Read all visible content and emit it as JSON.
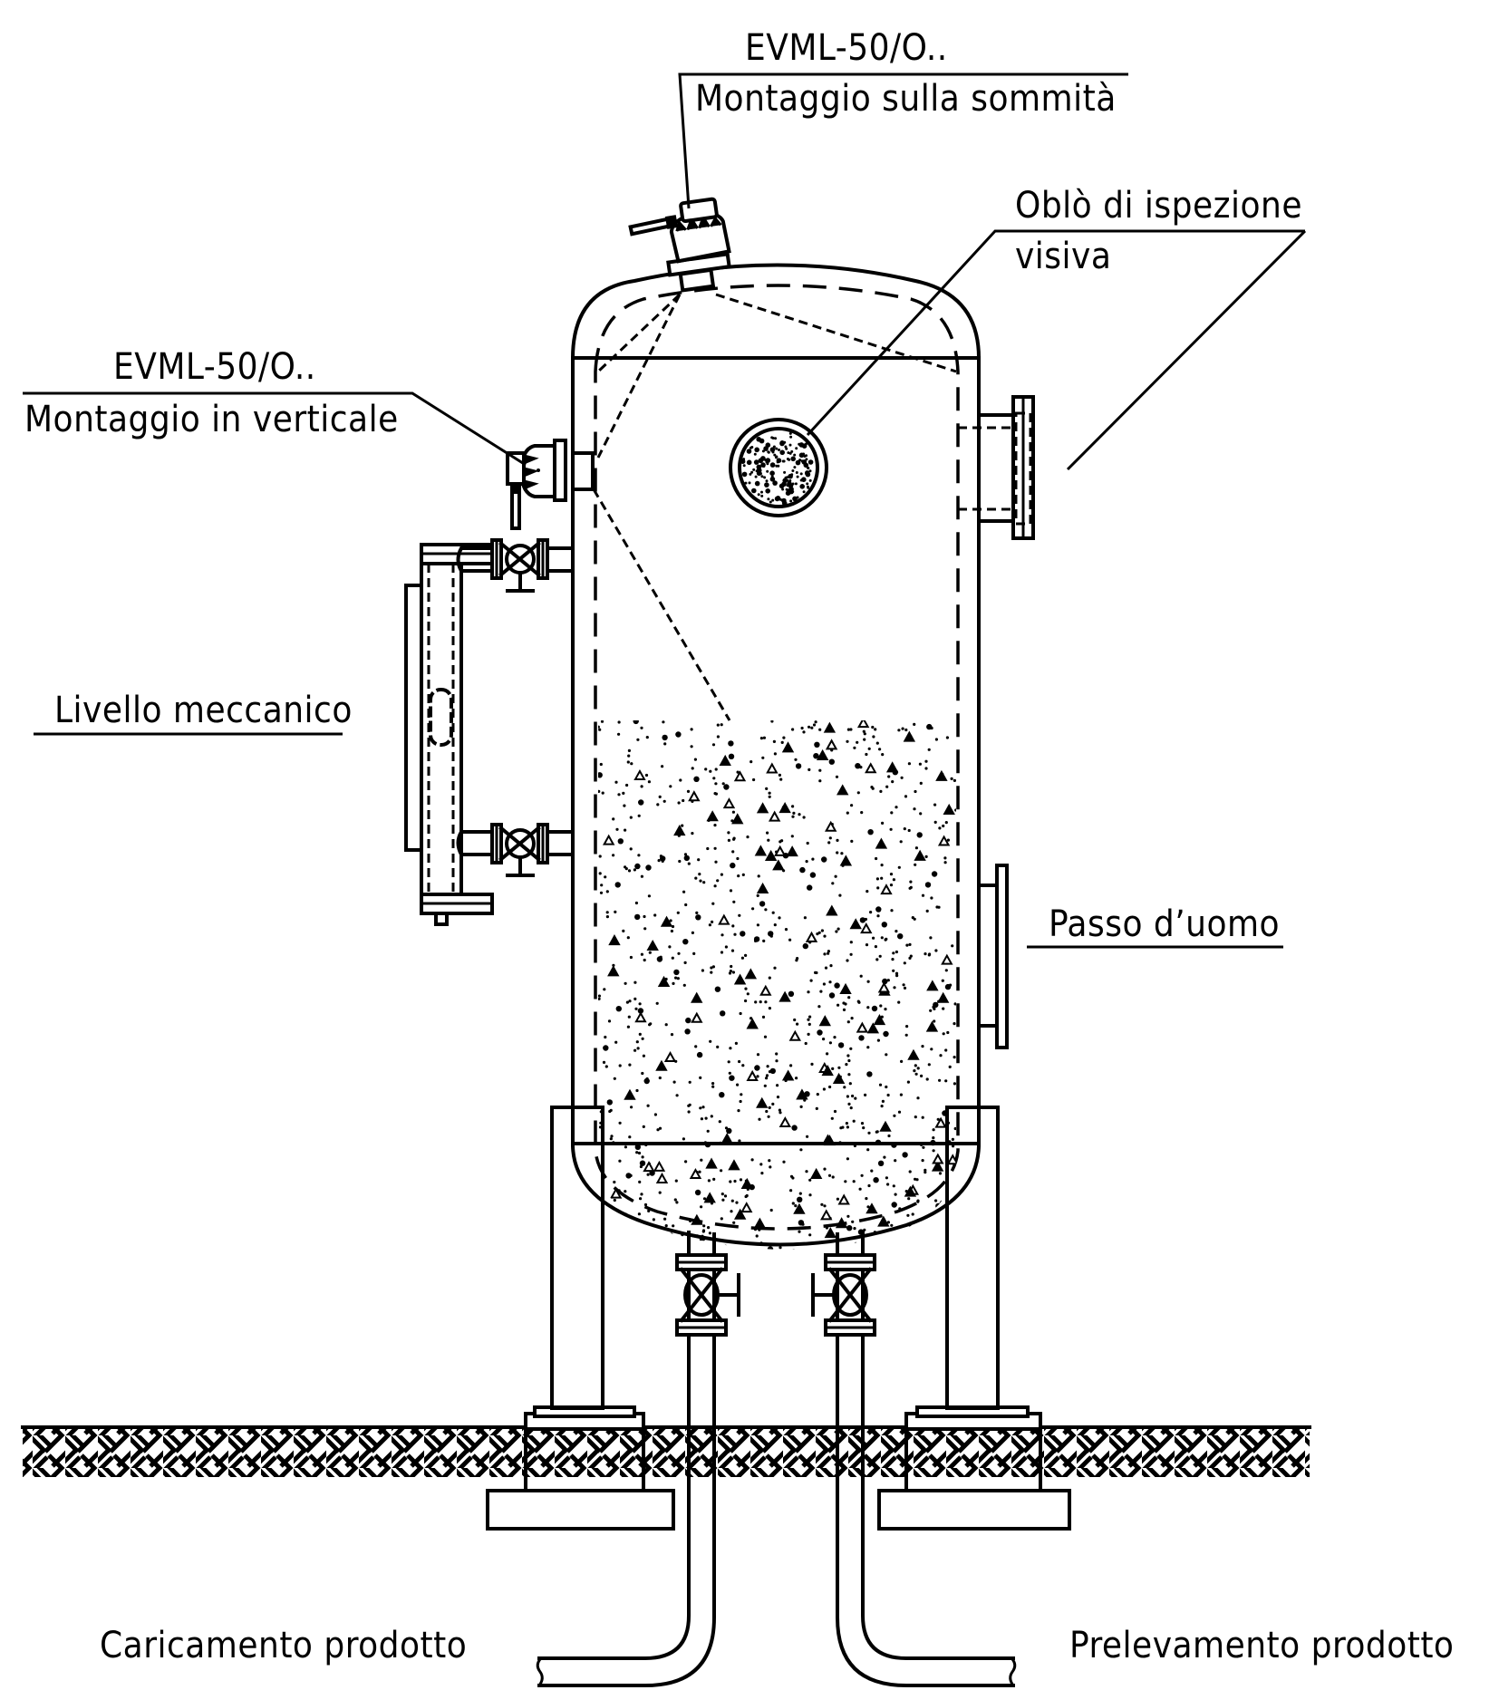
{
  "diagram": {
    "type": "technical-drawing",
    "subject": "vertical storage tank with level sensors",
    "colors": {
      "ink": "#000000",
      "paper": "#ffffff"
    },
    "labels": {
      "top_sensor_model": "EVML-50/O..",
      "top_sensor_mounting": "Montaggio sulla sommità",
      "side_sensor_model": "EVML-50/O..",
      "side_sensor_mounting": "Montaggio in verticale",
      "inspection_window_line1": "Oblò di ispezione",
      "inspection_window_line2": "visiva",
      "mechanical_level": "Livello meccanico",
      "manhole": "Passo d’uomo",
      "product_loading": "Caricamento prodotto",
      "product_withdrawal": "Prelevamento prodotto"
    },
    "components": [
      {
        "id": "top-sensor",
        "icon": "level-sensor-icon",
        "label_ref": "top_sensor_model"
      },
      {
        "id": "side-sensor",
        "icon": "level-sensor-icon",
        "label_ref": "side_sensor_model"
      },
      {
        "id": "inspection-window",
        "icon": "sight-glass-icon",
        "label_ref": "inspection_window_line1"
      },
      {
        "id": "mechanical-level-gauge",
        "icon": "level-gauge-icon",
        "label_ref": "mechanical_level"
      },
      {
        "id": "manhole",
        "icon": "manhole-flange-icon",
        "label_ref": "manhole"
      },
      {
        "id": "loading-valve",
        "icon": "valve-icon",
        "label_ref": "product_loading"
      },
      {
        "id": "withdrawal-valve",
        "icon": "valve-icon",
        "label_ref": "product_withdrawal"
      },
      {
        "id": "ground",
        "icon": "ground-hatch-icon"
      }
    ]
  }
}
